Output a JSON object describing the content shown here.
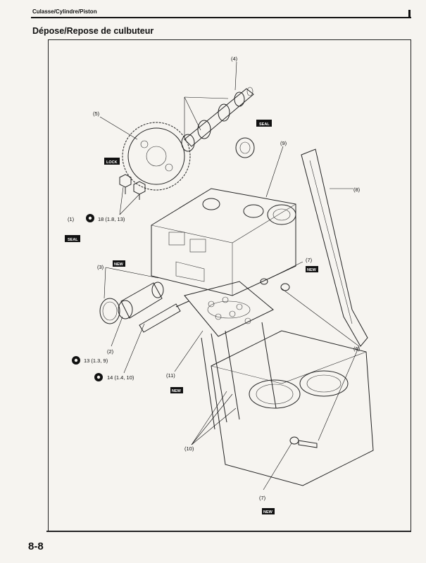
{
  "header": {
    "section": "Culasse/Cylindre/Piston",
    "title": "Dépose/Repose de culbuteur"
  },
  "labels": {
    "c1": "(1)",
    "c2": "(2)",
    "c3": "(3)",
    "c4": "(4)",
    "c5": "(5)",
    "c6": "(6)",
    "c7a": "(7)",
    "c7b": "(7)",
    "c8": "(8)",
    "c9": "(9)",
    "c10": "(10)",
    "c11": "(11)"
  },
  "torques": {
    "t18": "18 (1.8, 13)",
    "t13": "13 (1.3, 9)",
    "t14": "14 (1.4, 10)"
  },
  "tags": {
    "seal": "SEAL",
    "lock": "LOCK",
    "new": "NEW"
  },
  "page_number": "8-8"
}
